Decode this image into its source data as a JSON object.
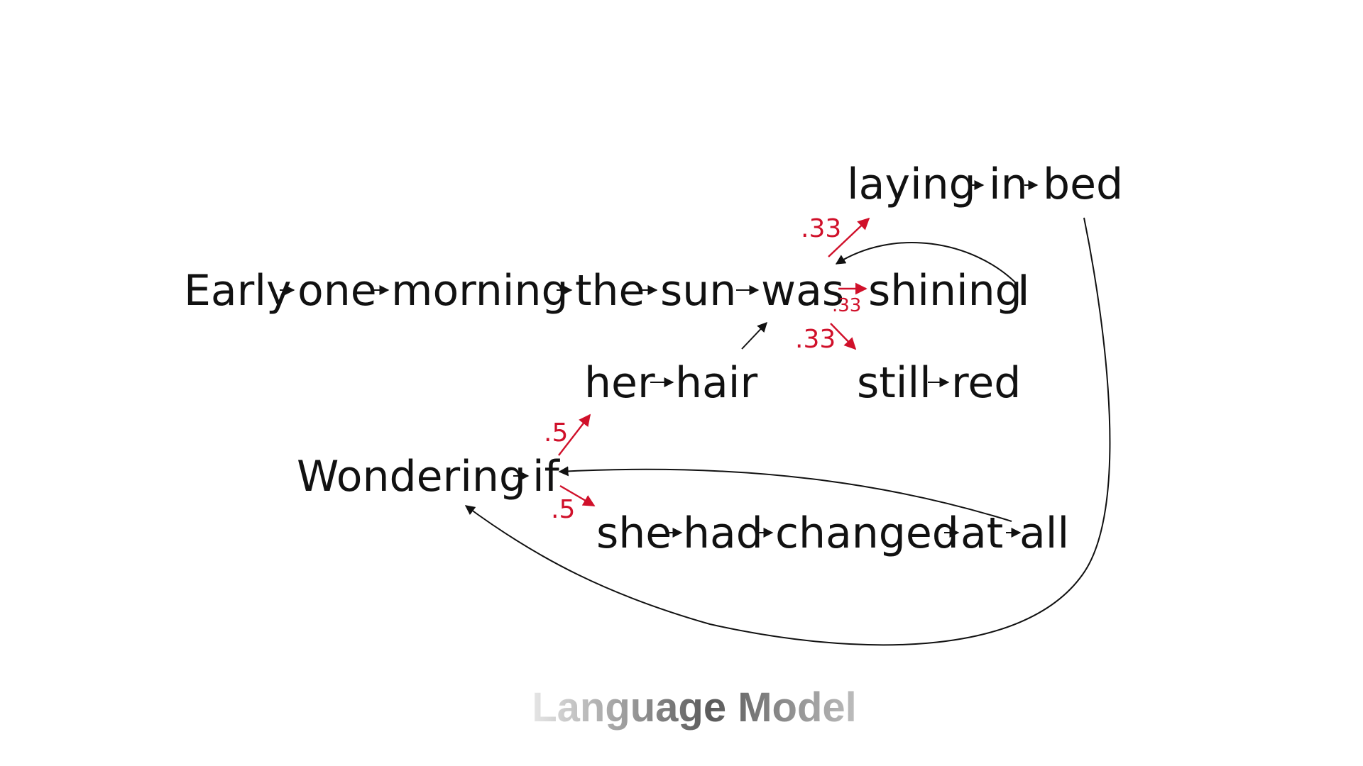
{
  "diagram": {
    "colors": {
      "text": "#111111",
      "probability": "#d0102a",
      "title_light": "#e4e4e4",
      "title_dark": "#555555"
    },
    "phrases": {
      "main": [
        "Early",
        "one",
        "morning",
        "the",
        "sun",
        "was",
        "shining",
        "I"
      ],
      "laying": [
        "laying",
        "in",
        "bed"
      ],
      "hair": [
        "her",
        "hair"
      ],
      "still": [
        "still",
        "red"
      ],
      "wondering": [
        "Wondering",
        "if"
      ],
      "changed": [
        "she",
        "had",
        "changed",
        "at",
        "all"
      ]
    },
    "probabilities": {
      "was_to_laying": ".33",
      "was_to_shining": ".33",
      "was_to_still": ".33",
      "if_to_her": ".5",
      "if_to_she": ".5"
    },
    "title": "Language Model"
  }
}
